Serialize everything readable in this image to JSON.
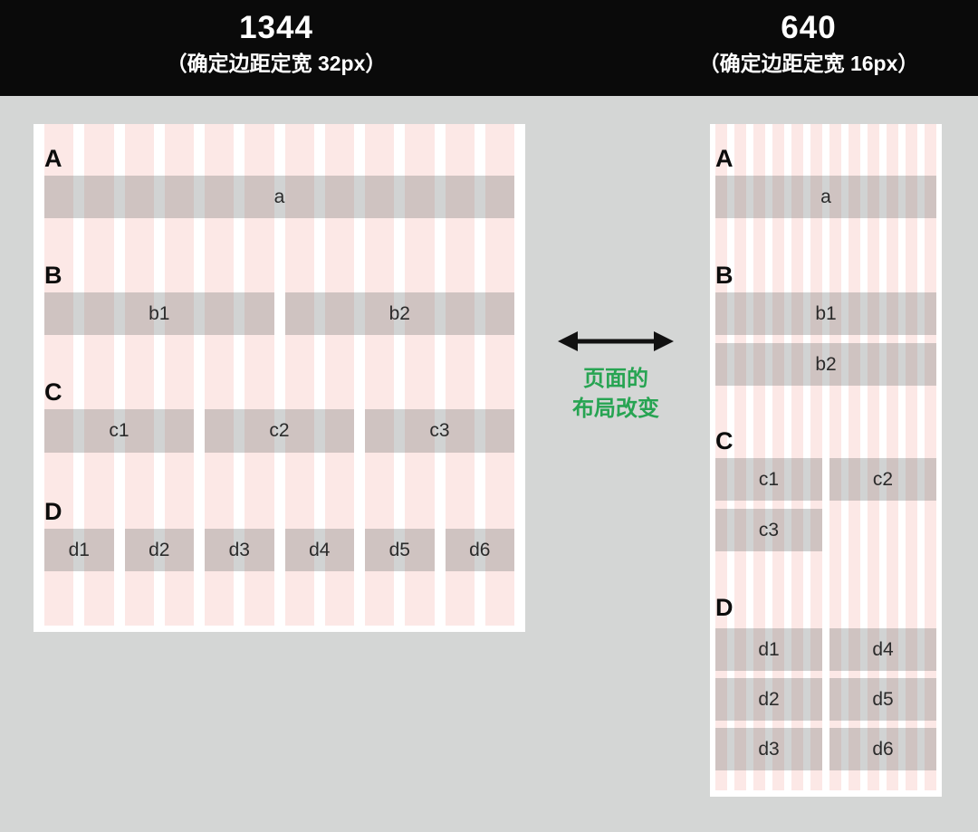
{
  "header": {
    "left_title": "1344",
    "left_subtitle": "（确定边距定宽 32px）",
    "right_title": "640",
    "right_subtitle": "（确定边距定宽 16px）"
  },
  "middle": {
    "arrow_icon": "left-right-arrow",
    "caption_line1": "页面的",
    "caption_line2": "布局改变"
  },
  "panels": {
    "left": {
      "columns": 12,
      "sections": [
        {
          "label": "A",
          "bars": [
            "a"
          ]
        },
        {
          "label": "B",
          "bars": [
            "b1",
            "b2"
          ]
        },
        {
          "label": "C",
          "bars": [
            "c1",
            "c2",
            "c3"
          ]
        },
        {
          "label": "D",
          "bars": [
            "d1",
            "d2",
            "d3",
            "d4",
            "d5",
            "d6"
          ]
        }
      ]
    },
    "right": {
      "columns": 12,
      "sections": [
        {
          "label": "A",
          "bars": [
            "a"
          ]
        },
        {
          "label": "B",
          "bars": [
            "b1",
            "b2"
          ]
        },
        {
          "label": "C",
          "bars": [
            "c1",
            "c2",
            "c3"
          ]
        },
        {
          "label": "D",
          "bars": [
            "d1",
            "d2",
            "d3",
            "d4",
            "d5",
            "d6"
          ]
        }
      ]
    }
  },
  "colors": {
    "header_bg": "#0a0a0a",
    "page_bg": "#d4d6d5",
    "panel_bg": "#ffffff",
    "column_pink": "#fce8e6",
    "bar_overlay": "rgba(104,110,110,0.30)",
    "caption_green": "#27a452",
    "arrow_black": "#111111"
  }
}
